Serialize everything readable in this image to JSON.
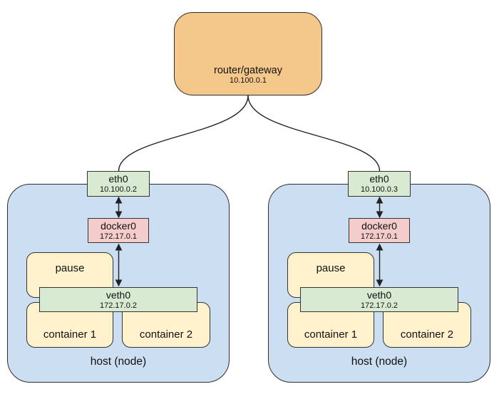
{
  "diagram": {
    "router": {
      "label": "router/gateway",
      "ip": "10.100.0.1"
    },
    "hosts": [
      {
        "label": "host (node)",
        "eth": {
          "label": "eth0",
          "ip": "10.100.0.2"
        },
        "docker": {
          "label": "docker0",
          "ip": "172.17.0.1"
        },
        "pause": {
          "label": "pause"
        },
        "veth": {
          "label": "veth0",
          "ip": "172.17.0.2"
        },
        "containers": [
          {
            "label": "container 1"
          },
          {
            "label": "container 2"
          }
        ]
      },
      {
        "label": "host (node)",
        "eth": {
          "label": "eth0",
          "ip": "10.100.0.3"
        },
        "docker": {
          "label": "docker0",
          "ip": "172.17.0.1"
        },
        "pause": {
          "label": "pause"
        },
        "veth": {
          "label": "veth0",
          "ip": "172.17.0.2"
        },
        "containers": [
          {
            "label": "container 1"
          },
          {
            "label": "container 2"
          }
        ]
      }
    ],
    "colors": {
      "router_fill": "#F4C78A",
      "host_fill": "#CBDEF2",
      "nic_fill": "#D9EAD3",
      "bridge_fill": "#F4CCCC",
      "pod_fill": "#FFF2CC",
      "line_color": "#222222"
    }
  }
}
